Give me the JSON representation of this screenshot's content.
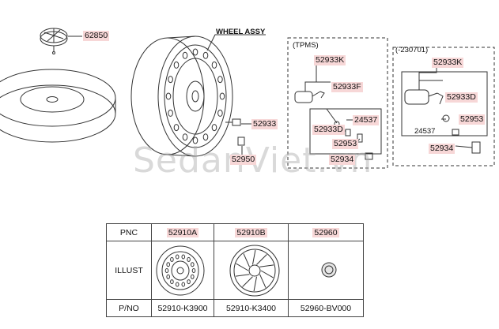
{
  "diagram": {
    "wheel_assy_label": "WHEEL ASSY",
    "tpms_group_label": "(TPMS)",
    "later_group_label": "(-230701)",
    "parts": {
      "p62850": "62850",
      "p52933": "52933",
      "p52950": "52950",
      "tpms_52933K": "52933K",
      "tpms_52933F": "52933F",
      "tpms_52933D": "52933D",
      "tpms_24537": "24537",
      "tpms_52953": "52953",
      "tpms_52934": "52934",
      "alt_52933K": "52933K",
      "alt_52933D": "52933D",
      "alt_52953": "52953",
      "alt_24537": "24537",
      "alt_52934": "52934"
    },
    "watermark": "SedanViet.vn"
  },
  "table": {
    "row_headers": {
      "pnc": "PNC",
      "illust": "ILLUST",
      "pno": "P/NO"
    },
    "columns": [
      {
        "pnc": "52910A",
        "pno": "52910-K3900"
      },
      {
        "pnc": "52910B",
        "pno": "52910-K3400"
      },
      {
        "pnc": "52960",
        "pno": "52960-BV000"
      }
    ]
  }
}
